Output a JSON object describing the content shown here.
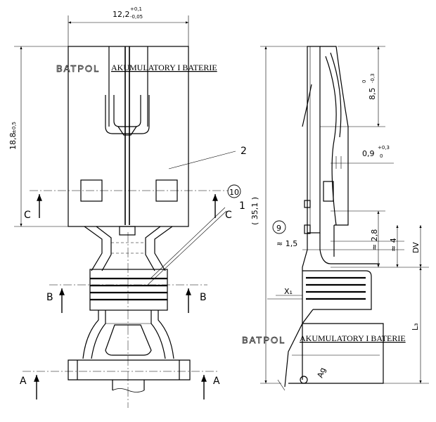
{
  "watermark": {
    "brand": "BATPOL",
    "text": "AKUMULATORY I BATERIE"
  },
  "front_view": {
    "width_value": "12,2",
    "width_tol_upper": "+0,1",
    "width_tol_lower": "-0,05",
    "height_value": "18,8",
    "height_tol": "±0,5",
    "part_label_2": "2",
    "part_label_1": "1",
    "part_label_10": "10",
    "section_a": "A",
    "section_b": "B",
    "section_c": "C"
  },
  "side_view": {
    "total_length": "( 35,1 )",
    "dim_85_value": "8,5",
    "dim_85_tol_upper": "0",
    "dim_85_tol_lower": "-0,3",
    "dim_09_value": "0,9",
    "dim_09_tol_upper": "+0,3",
    "dim_09_tol_lower": "0",
    "dim_15": "≈ 1,5",
    "dim_28": "≈ 2,8",
    "dim_4": "≈ 4",
    "dim_dv": "DV",
    "dim_x1": "X₁",
    "dim_l3": "L₃",
    "part_label_9": "9",
    "plating": "Ag"
  }
}
